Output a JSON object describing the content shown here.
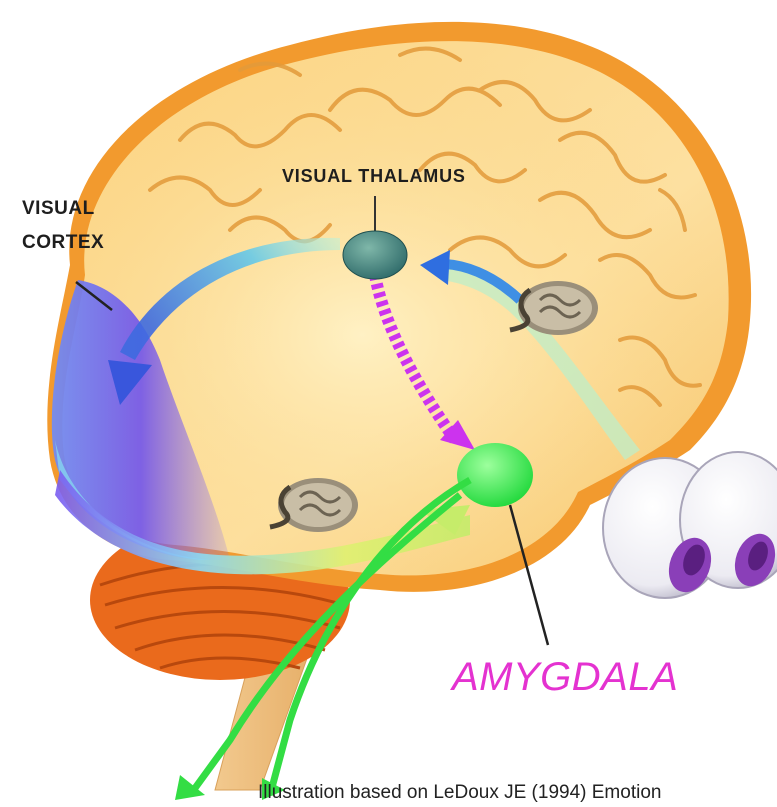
{
  "labels": {
    "visual_cortex_line1": "VISUAL",
    "visual_cortex_line2": "CORTEX",
    "visual_thalamus": "VISUAL THALAMUS",
    "amygdala": "AMYGDALA",
    "credit": "Illustration based on LeDoux JE (1994) Emotion"
  },
  "colors": {
    "amygdala_label": "#e432d0",
    "amygdala_node": "#33ee44",
    "thalamus_node": "#3e7f78",
    "thalamic_pathway": "#cc33ee",
    "visual_cortex_region": "#6b5cf0",
    "brain_fill": "#fbd788",
    "cerebellum": "#ea6a1c"
  }
}
